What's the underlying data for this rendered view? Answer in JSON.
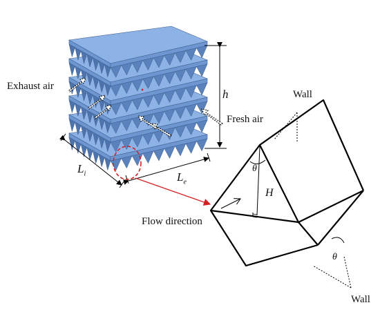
{
  "labels": {
    "exhaust_air": "Exhaust air",
    "fresh_air": "Fresh air",
    "height_symbol": "h",
    "li_main": "L",
    "li_sub": "i",
    "le_main": "L",
    "le_sub": "e",
    "flow_direction": "Flow direction",
    "wall_top": "Wall",
    "wall_bottom": "Wall",
    "H": "H",
    "theta_top": "θ",
    "theta_bottom": "θ"
  },
  "colors": {
    "plate_face": "#6e97d1",
    "plate_top": "#8db3e6",
    "plate_edge": "#3f5f8f",
    "highlight": "#d42020",
    "line": "#000000"
  }
}
